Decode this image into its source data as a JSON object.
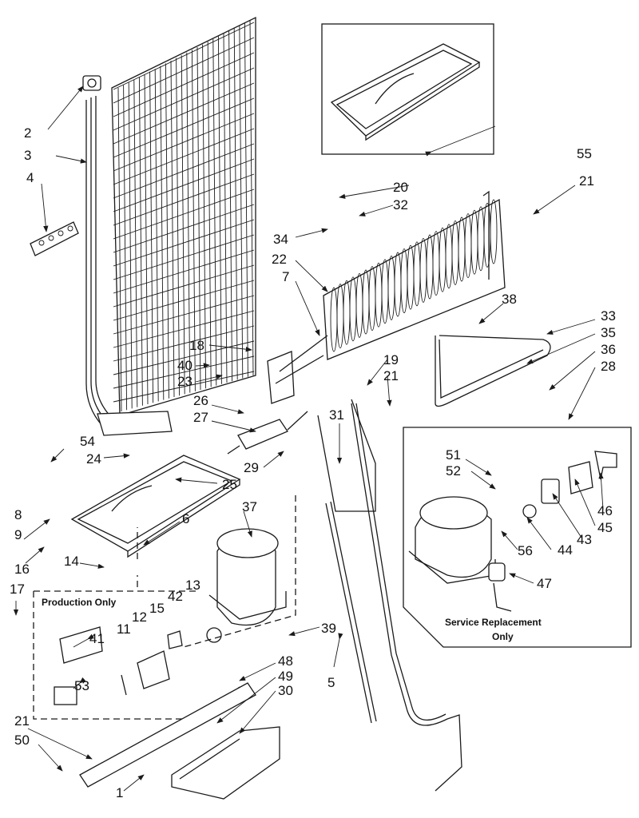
{
  "callouts": {
    "c1": "1",
    "c2": "2",
    "c3": "3",
    "c4": "4",
    "c5": "5",
    "c6": "6",
    "c7": "7",
    "c8": "8",
    "c9": "9",
    "c11": "11",
    "c12": "12",
    "c13": "13",
    "c14": "14",
    "c15": "15",
    "c16": "16",
    "c17": "17",
    "c18": "18",
    "c19": "19",
    "c20": "20",
    "c21a": "21",
    "c21b": "21",
    "c21c": "21",
    "c22": "22",
    "c23": "23",
    "c24": "24",
    "c25": "25",
    "c26": "26",
    "c27": "27",
    "c28": "28",
    "c29": "29",
    "c30": "30",
    "c31": "31",
    "c32": "32",
    "c33": "33",
    "c34": "34",
    "c35": "35",
    "c36": "36",
    "c37": "37",
    "c38": "38",
    "c39": "39",
    "c40": "40",
    "c41": "41",
    "c42": "42",
    "c43": "43",
    "c44": "44",
    "c45": "45",
    "c46": "46",
    "c47": "47",
    "c48": "48",
    "c49": "49",
    "c50": "50",
    "c51": "51",
    "c52": "52",
    "c53": "53",
    "c54": "54",
    "c55": "55",
    "c56": "56"
  },
  "captions": {
    "production_only": "Production Only",
    "service_replacement_1": "Service Replacement",
    "service_replacement_2": "Only"
  }
}
